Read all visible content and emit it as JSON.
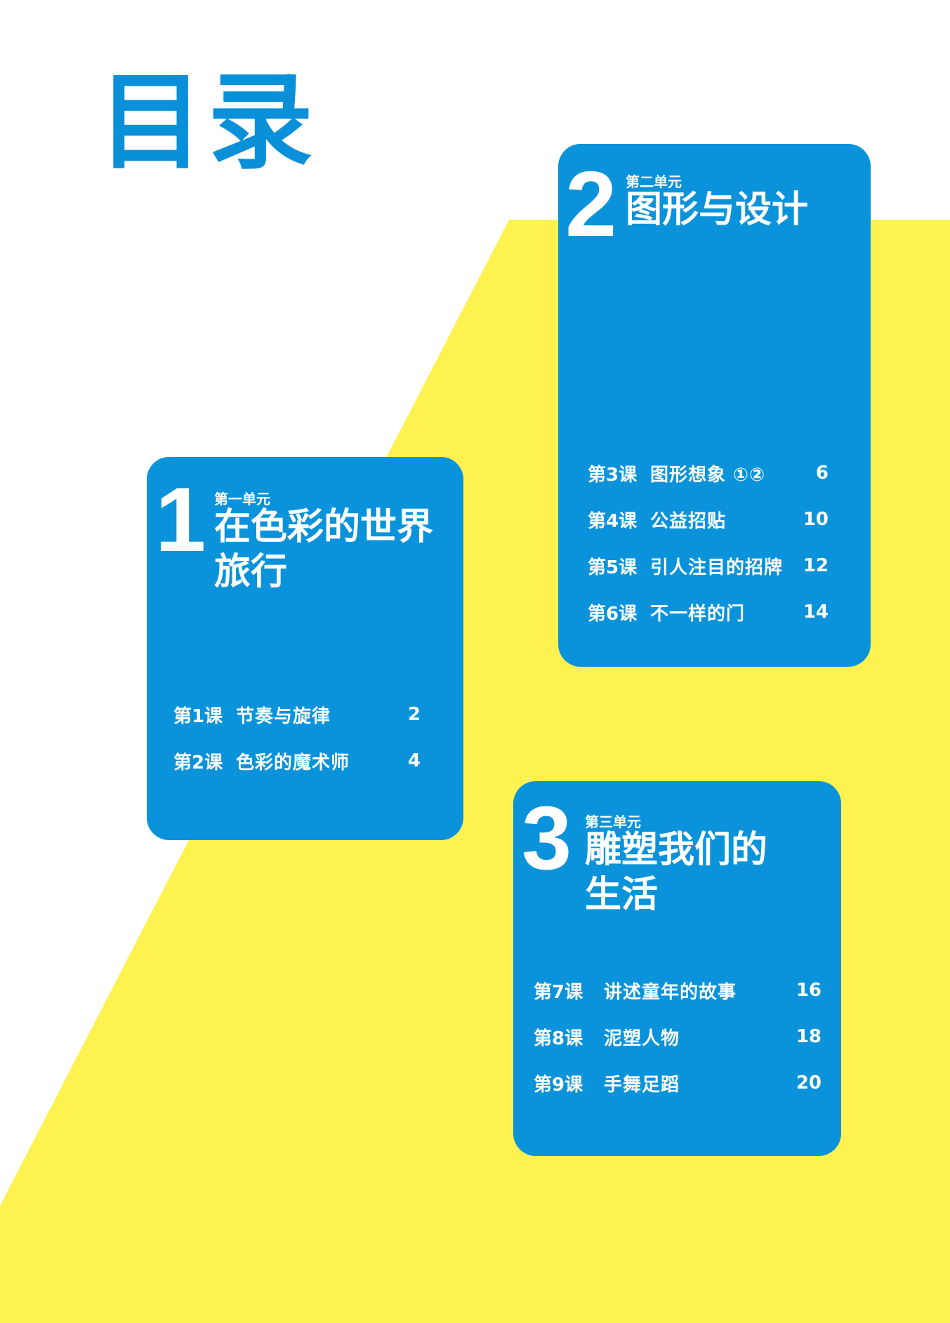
{
  "title": "目录",
  "colors": {
    "accent_blue": "#0a93da",
    "title_blue": "#0a90d9",
    "yellow": "#fdf250",
    "white": "#ffffff"
  },
  "units": [
    {
      "number": "1",
      "subtitle": "第一单元",
      "title_lines": [
        "在色彩的世界",
        "旅行"
      ],
      "lessons": [
        {
          "num": "第1课",
          "name": "节奏与旋律",
          "page": "2"
        },
        {
          "num": "第2课",
          "name": "色彩的魔术师",
          "page": "4"
        }
      ]
    },
    {
      "number": "2",
      "subtitle": "第二单元",
      "title_lines": [
        "图形与设计"
      ],
      "lessons": [
        {
          "num": "第3课",
          "name": "图形想象 ①②",
          "page": "6"
        },
        {
          "num": "第4课",
          "name": "公益招贴",
          "page": "10"
        },
        {
          "num": "第5课",
          "name": "引人注目的招牌",
          "page": "12"
        },
        {
          "num": "第6课",
          "name": "不一样的门",
          "page": "14"
        }
      ]
    },
    {
      "number": "3",
      "subtitle": "第三单元",
      "title_lines": [
        "雕塑我们的",
        "生活"
      ],
      "lessons": [
        {
          "num": "第7课",
          "name": "讲述童年的故事",
          "page": "16"
        },
        {
          "num": "第8课",
          "name": "泥塑人物",
          "page": "18"
        },
        {
          "num": "第9课",
          "name": "手舞足蹈",
          "page": "20"
        }
      ]
    }
  ]
}
